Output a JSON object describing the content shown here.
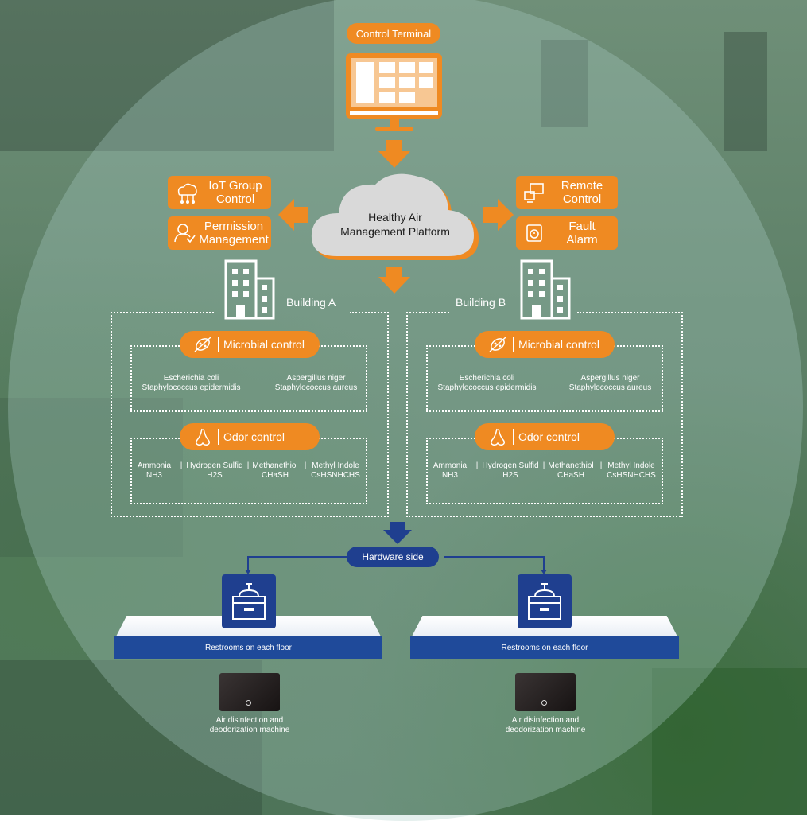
{
  "control_terminal": "Control Terminal",
  "platform": {
    "line1": "Healthy Air",
    "line2": "Management Platform"
  },
  "left_features": [
    {
      "line1": "IoT Group",
      "line2": "Control",
      "icon": "network-icon"
    },
    {
      "line1": "Permission",
      "line2": "Management",
      "icon": "user-icon"
    }
  ],
  "right_features": [
    {
      "line1": "Remote",
      "line2": "Control",
      "icon": "remote-icon"
    },
    {
      "line1": "Fault",
      "line2": "Alarm",
      "icon": "alarm-icon"
    }
  ],
  "buildings": [
    {
      "name": "Building A",
      "microbial_title": "Microbial control",
      "microbes": [
        "Escherichia coli",
        "Staphylococcus epidermidis",
        "Aspergillus niger",
        "Staphylococcus aureus"
      ],
      "odor_title": "Odor control",
      "odors": [
        {
          "name": "Ammonia",
          "formula": "NH3"
        },
        {
          "name": "Hydrogen Sulfid",
          "formula": "H2S"
        },
        {
          "name": "Methanethiol",
          "formula": "CHaSH"
        },
        {
          "name": "Methyl Indole",
          "formula": "CsHSNHCHS"
        }
      ]
    },
    {
      "name": "Building B",
      "microbial_title": "Microbial control",
      "microbes": [
        "Escherichia coli",
        "Staphylococcus epidermidis",
        "Aspergillus niger",
        "Staphylococcus aureus"
      ],
      "odor_title": "Odor control",
      "odors": [
        {
          "name": "Ammonia",
          "formula": "NH3"
        },
        {
          "name": "Hydrogen Sulfid",
          "formula": "H2S"
        },
        {
          "name": "Methanethiol",
          "formula": "CHaSH"
        },
        {
          "name": "Methyl Indole",
          "formula": "CsHSNHCHS"
        }
      ]
    }
  ],
  "hardware_side": "Hardware side",
  "restrooms": [
    "Restrooms on each floor",
    "Restrooms on each floor"
  ],
  "machines": [
    {
      "line1": "Air disinfection and",
      "line2": "deodorization machine"
    },
    {
      "line1": "Air disinfection and",
      "line2": "deodorization machine"
    }
  ],
  "colors": {
    "orange": "#ef8a22",
    "navy": "#1f3f8f",
    "bar_blue": "#1f4a9a",
    "cloud": "#d9d9d9"
  }
}
